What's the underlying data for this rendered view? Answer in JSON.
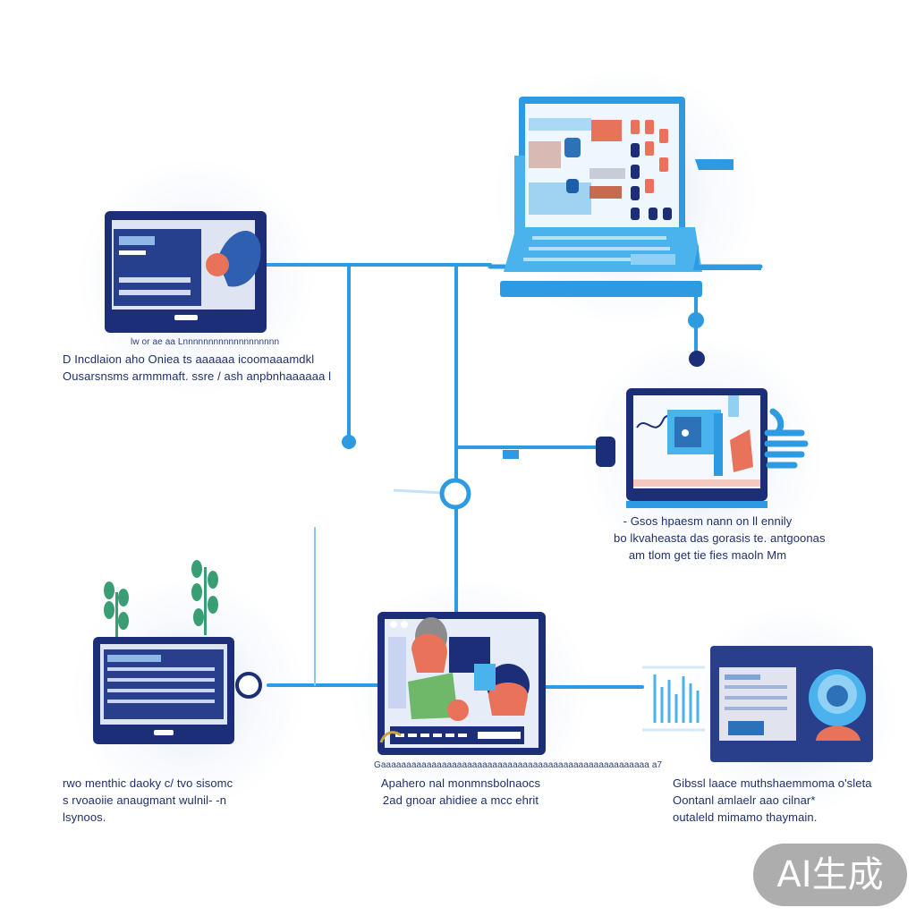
{
  "captions": {
    "top_left": {
      "small": "lw or ae  aa  Lnnnnnnnnnnnnnnnnnnn",
      "line1": "D  Incdlaion  aho  Oniea  ts   aaaaaa  icoomaaamdkl",
      "line2": "Ousarsnsms  armmmaft.  ssre /  ash  anpbnhaaaaaa  l"
    },
    "mid_right": {
      "line1": "- Gsos  hpaesm  nann  on  ll  ennily",
      "line2": "bo  lkvaheasta  das  gorasis  te.  antgoonas",
      "line3": "am  tlom  get  tie  fies  maoln  Mm"
    },
    "bottom_left": {
      "line1": "rwo  menthic  daoky  c/  tvo  sisomc",
      "line2": "s  rvoaoiie  anaugmant  wulnil- -n",
      "line3": "lsynoos."
    },
    "bottom_center": {
      "small": "Gaaaaaaaaaaaaaaaaaaaaaaaaaaaaaaaaaaaaaaaaaaaaaaaaaaaaa   a7",
      "line1": "Apahero  nal  monmnsbolnaocs",
      "line2": "2ad  gnoar  ahidiee  a  mcc  ehrit"
    },
    "bottom_right": {
      "line1": "Gibssl  laace  muthshaemmoma  o'sleta",
      "line2": "Oontanl  amlaelr  aao  cilnar*",
      "line3": "outaleld  mimamo  thaymain."
    }
  },
  "watermark": "AI生成",
  "colors": {
    "navy": "#1c2e78",
    "blue": "#2d9ae2",
    "light_blue": "#6fc3f2",
    "orange": "#e8735a",
    "green": "#3a9e74"
  }
}
